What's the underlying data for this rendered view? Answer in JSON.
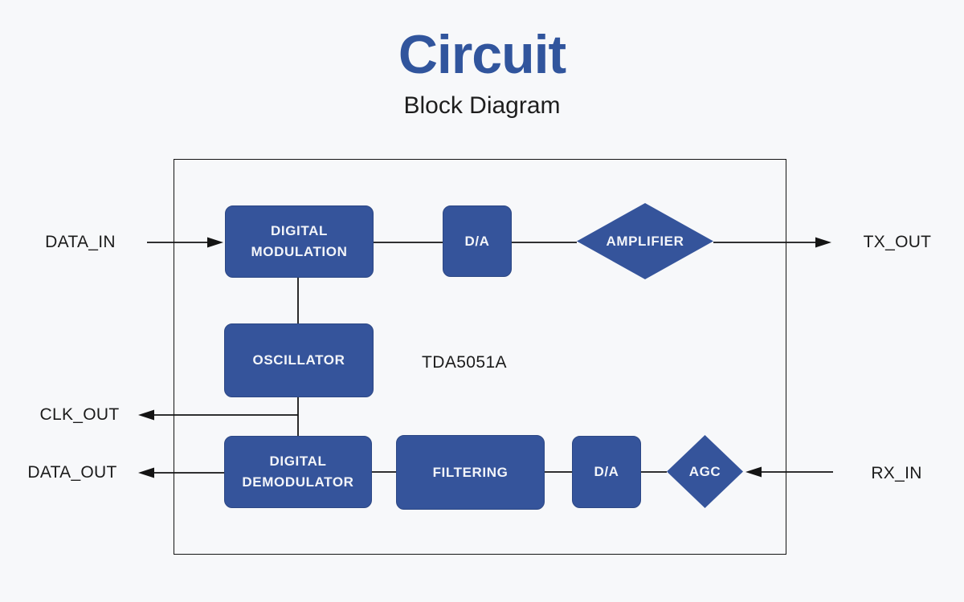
{
  "header": {
    "title": "Circuit",
    "subtitle": "Block Diagram"
  },
  "chip": {
    "part_number": "TDA5051A"
  },
  "blocks": {
    "digital_modulation": {
      "line1": "DIGITAL",
      "line2": "MODULATION"
    },
    "da_tx": {
      "label": "D/A"
    },
    "amplifier": {
      "label": "AMPLIFIER"
    },
    "oscillator": {
      "label": "OSCILLATOR"
    },
    "digital_demodulator": {
      "line1": "DIGITAL",
      "line2": "DEMODULATOR"
    },
    "filtering": {
      "label": "FILTERING"
    },
    "da_rx": {
      "label": "D/A"
    },
    "agc": {
      "label": "AGC"
    }
  },
  "ports": {
    "data_in": "DATA_IN",
    "tx_out": "TX_OUT",
    "clk_out": "CLK_OUT",
    "data_out": "DATA_OUT",
    "rx_in": "RX_IN"
  },
  "colors": {
    "background": "#f7f8fa",
    "title_blue": "#31559D",
    "block_fill": "#35549B",
    "block_text": "#f3f5f9",
    "wire": "#141414",
    "label_text": "#1b1b1b"
  }
}
